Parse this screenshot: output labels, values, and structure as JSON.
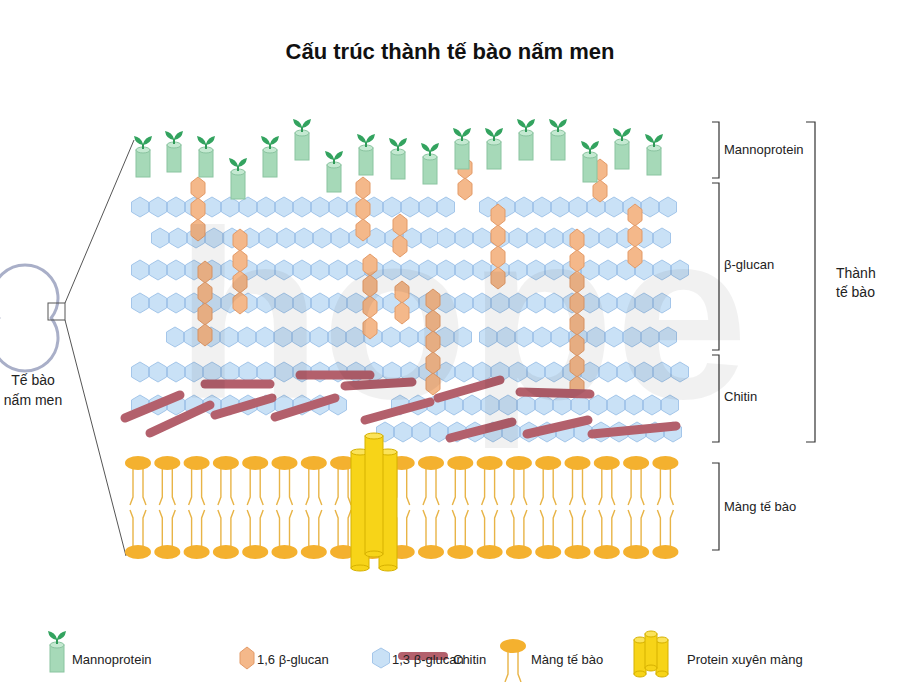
{
  "diagram": {
    "title": "Cấu trúc thành tế bào nấm men",
    "labels": [
      "Tế bào nấm men",
      "Mannoprotein",
      "β-glucan",
      "Thành tế bào",
      "Chitin",
      "Màng tế bào",
      "hope"
    ],
    "legend": [
      {
        "text": "Mannoprotein"
      },
      {
        "text": "1,6 β-glucan"
      },
      {
        "text": "1,3 β-glucan"
      },
      {
        "text": "Chitin"
      },
      {
        "text": "Màng tế bào"
      },
      {
        "text": "Protein xuyên màng"
      }
    ]
  }
}
